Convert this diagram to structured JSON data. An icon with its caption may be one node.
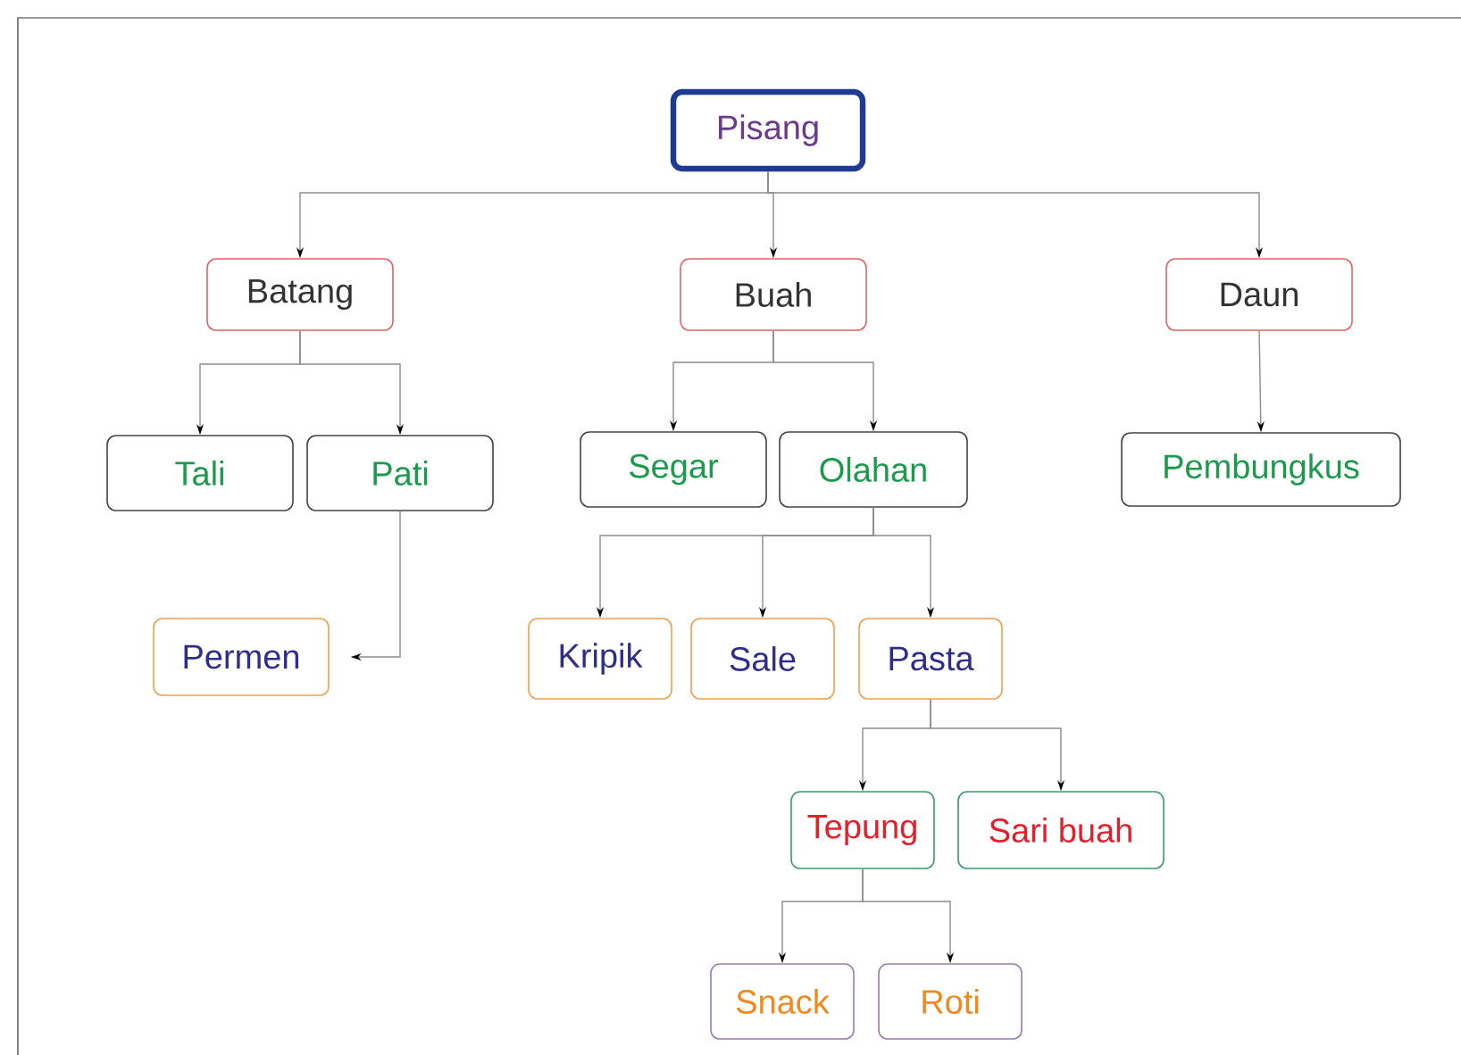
{
  "diagram": {
    "nodes": [
      {
        "text": [
          "Pisang"
        ]
      },
      {
        "text": [
          "Batang"
        ]
      },
      {
        "text": [
          "Buah"
        ]
      },
      {
        "text": [
          "Daun"
        ]
      },
      {
        "text": [
          "Tali"
        ]
      },
      {
        "text": [
          "Pati"
        ]
      },
      {
        "text": [
          "Segar"
        ]
      },
      {
        "text": [
          "Olahan"
        ]
      },
      {
        "text": [
          "Pembungkus"
        ]
      },
      {
        "text": [
          "Permen"
        ]
      },
      {
        "text": [
          "Kripik"
        ]
      },
      {
        "text": [
          "Sale"
        ]
      },
      {
        "text": [
          "Pasta"
        ]
      },
      {
        "text": [
          "Tepung"
        ]
      },
      {
        "text": [
          "Sari buah"
        ]
      },
      {
        "text": [
          "Snack"
        ]
      },
      {
        "text": [
          "Roti"
        ]
      }
    ],
    "edges": [
      {
        "from": 0,
        "to": 1,
        "arrow": "to"
      },
      {
        "from": 0,
        "to": 2,
        "arrow": "to"
      },
      {
        "from": 0,
        "to": 3,
        "arrow": "to"
      },
      {
        "from": 1,
        "to": 4,
        "arrow": "to"
      },
      {
        "from": 1,
        "to": 5,
        "arrow": "to"
      },
      {
        "from": 2,
        "to": 6,
        "arrow": "to"
      },
      {
        "from": 2,
        "to": 7,
        "arrow": "to"
      },
      {
        "from": 3,
        "to": 8,
        "arrow": "to"
      },
      {
        "from": 5,
        "to": 9,
        "arrow": "to"
      },
      {
        "from": 7,
        "to": 10,
        "arrow": "to"
      },
      {
        "from": 7,
        "to": 11,
        "arrow": "to"
      },
      {
        "from": 7,
        "to": 12,
        "arrow": "to"
      },
      {
        "from": 12,
        "to": 13,
        "arrow": "to"
      },
      {
        "from": 12,
        "to": 14,
        "arrow": "to"
      },
      {
        "from": 13,
        "to": 15,
        "arrow": "to"
      },
      {
        "from": 13,
        "to": 16,
        "arrow": "to"
      }
    ]
  }
}
